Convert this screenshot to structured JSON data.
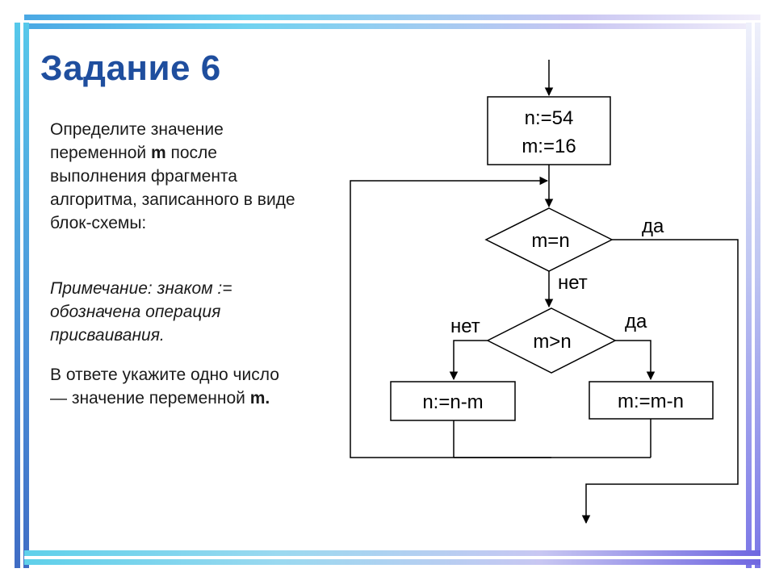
{
  "slide": {
    "title": "Задание 6",
    "task": {
      "p1_start": "Определите значение переменной ",
      "p1_var": "m",
      "p1_end": " после выполнения фрагмента алгоритма, записанного в виде блок-схемы:",
      "note": "Примечание: знаком := обозначена операция присваивания.",
      "p3_start": "В ответе укажите одно число — значение переменной ",
      "p3_var": "m."
    }
  },
  "flowchart": {
    "init_line1": "n:=54",
    "init_line2": "m:=16",
    "cond1": "m=n",
    "cond1_yes": "да",
    "cond1_no": "нет",
    "cond2": "m>n",
    "cond2_yes": "да",
    "cond2_no": "нет",
    "left_action": "n:=n-m",
    "right_action": "m:=m-n"
  }
}
